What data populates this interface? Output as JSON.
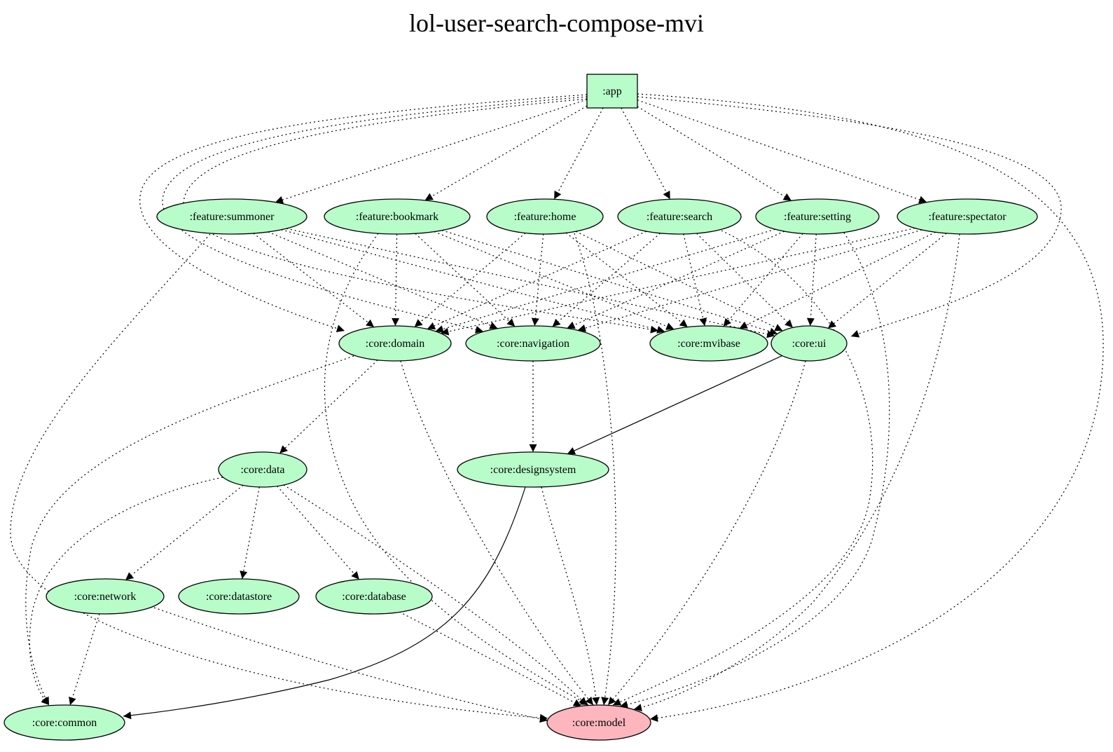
{
  "title": "lol-user-search-compose-mvi",
  "colors": {
    "node_fill": "#b8fdc9",
    "highlight_fill": "#fdb6bd",
    "stroke": "#000000"
  },
  "nodes": [
    {
      "id": "app",
      "label": ":app",
      "shape": "box"
    },
    {
      "id": "feature-summoner",
      "label": ":feature:summoner",
      "shape": "ellipse"
    },
    {
      "id": "feature-bookmark",
      "label": ":feature:bookmark",
      "shape": "ellipse"
    },
    {
      "id": "feature-home",
      "label": ":feature:home",
      "shape": "ellipse"
    },
    {
      "id": "feature-search",
      "label": ":feature:search",
      "shape": "ellipse"
    },
    {
      "id": "feature-setting",
      "label": ":feature:setting",
      "shape": "ellipse"
    },
    {
      "id": "feature-spectator",
      "label": ":feature:spectator",
      "shape": "ellipse"
    },
    {
      "id": "core-domain",
      "label": ":core:domain",
      "shape": "ellipse"
    },
    {
      "id": "core-navigation",
      "label": ":core:navigation",
      "shape": "ellipse"
    },
    {
      "id": "core-mvibase",
      "label": ":core:mvibase",
      "shape": "ellipse"
    },
    {
      "id": "core-ui",
      "label": ":core:ui",
      "shape": "ellipse"
    },
    {
      "id": "core-data",
      "label": ":core:data",
      "shape": "ellipse"
    },
    {
      "id": "core-designsystem",
      "label": ":core:designsystem",
      "shape": "ellipse"
    },
    {
      "id": "core-network",
      "label": ":core:network",
      "shape": "ellipse"
    },
    {
      "id": "core-datastore",
      "label": ":core:datastore",
      "shape": "ellipse"
    },
    {
      "id": "core-database",
      "label": ":core:database",
      "shape": "ellipse"
    },
    {
      "id": "core-common",
      "label": ":core:common",
      "shape": "ellipse"
    },
    {
      "id": "core-model",
      "label": ":core:model",
      "shape": "ellipse",
      "highlight": true
    }
  ],
  "edges": [
    {
      "from": "app",
      "to": "feature-summoner",
      "style": "dotted"
    },
    {
      "from": "app",
      "to": "feature-bookmark",
      "style": "dotted"
    },
    {
      "from": "app",
      "to": "feature-home",
      "style": "dotted"
    },
    {
      "from": "app",
      "to": "feature-search",
      "style": "dotted"
    },
    {
      "from": "app",
      "to": "feature-setting",
      "style": "dotted"
    },
    {
      "from": "app",
      "to": "feature-spectator",
      "style": "dotted"
    },
    {
      "from": "app",
      "to": "core-domain",
      "style": "dotted"
    },
    {
      "from": "app",
      "to": "core-navigation",
      "style": "dotted"
    },
    {
      "from": "app",
      "to": "core-mvibase",
      "style": "dotted"
    },
    {
      "from": "app",
      "to": "core-ui",
      "style": "dotted"
    },
    {
      "from": "app",
      "to": "core-model",
      "style": "dotted"
    },
    {
      "from": "feature-summoner",
      "to": "core-domain",
      "style": "dotted"
    },
    {
      "from": "feature-summoner",
      "to": "core-navigation",
      "style": "dotted"
    },
    {
      "from": "feature-summoner",
      "to": "core-mvibase",
      "style": "dotted"
    },
    {
      "from": "feature-summoner",
      "to": "core-ui",
      "style": "dotted"
    },
    {
      "from": "feature-summoner",
      "to": "core-model",
      "style": "dotted"
    },
    {
      "from": "feature-bookmark",
      "to": "core-domain",
      "style": "dotted"
    },
    {
      "from": "feature-bookmark",
      "to": "core-navigation",
      "style": "dotted"
    },
    {
      "from": "feature-bookmark",
      "to": "core-mvibase",
      "style": "dotted"
    },
    {
      "from": "feature-bookmark",
      "to": "core-ui",
      "style": "dotted"
    },
    {
      "from": "feature-bookmark",
      "to": "core-model",
      "style": "dotted"
    },
    {
      "from": "feature-home",
      "to": "core-domain",
      "style": "dotted"
    },
    {
      "from": "feature-home",
      "to": "core-navigation",
      "style": "dotted"
    },
    {
      "from": "feature-home",
      "to": "core-mvibase",
      "style": "dotted"
    },
    {
      "from": "feature-home",
      "to": "core-ui",
      "style": "dotted"
    },
    {
      "from": "feature-home",
      "to": "core-model",
      "style": "dotted"
    },
    {
      "from": "feature-search",
      "to": "core-domain",
      "style": "dotted"
    },
    {
      "from": "feature-search",
      "to": "core-navigation",
      "style": "dotted"
    },
    {
      "from": "feature-search",
      "to": "core-mvibase",
      "style": "dotted"
    },
    {
      "from": "feature-search",
      "to": "core-ui",
      "style": "dotted"
    },
    {
      "from": "feature-search",
      "to": "core-model",
      "style": "dotted"
    },
    {
      "from": "feature-setting",
      "to": "core-domain",
      "style": "dotted"
    },
    {
      "from": "feature-setting",
      "to": "core-navigation",
      "style": "dotted"
    },
    {
      "from": "feature-setting",
      "to": "core-mvibase",
      "style": "dotted"
    },
    {
      "from": "feature-setting",
      "to": "core-ui",
      "style": "dotted"
    },
    {
      "from": "feature-setting",
      "to": "core-model",
      "style": "dotted"
    },
    {
      "from": "feature-spectator",
      "to": "core-domain",
      "style": "dotted"
    },
    {
      "from": "feature-spectator",
      "to": "core-navigation",
      "style": "dotted"
    },
    {
      "from": "feature-spectator",
      "to": "core-mvibase",
      "style": "dotted"
    },
    {
      "from": "feature-spectator",
      "to": "core-ui",
      "style": "dotted"
    },
    {
      "from": "feature-spectator",
      "to": "core-model",
      "style": "dotted"
    },
    {
      "from": "core-domain",
      "to": "core-data",
      "style": "dotted"
    },
    {
      "from": "core-domain",
      "to": "core-common",
      "style": "dotted"
    },
    {
      "from": "core-domain",
      "to": "core-model",
      "style": "dotted"
    },
    {
      "from": "core-navigation",
      "to": "core-designsystem",
      "style": "dotted"
    },
    {
      "from": "core-ui",
      "to": "core-designsystem",
      "style": "solid"
    },
    {
      "from": "core-ui",
      "to": "core-model",
      "style": "dotted"
    },
    {
      "from": "core-data",
      "to": "core-network",
      "style": "dotted"
    },
    {
      "from": "core-data",
      "to": "core-datastore",
      "style": "dotted"
    },
    {
      "from": "core-data",
      "to": "core-database",
      "style": "dotted"
    },
    {
      "from": "core-data",
      "to": "core-common",
      "style": "dotted"
    },
    {
      "from": "core-data",
      "to": "core-model",
      "style": "dotted"
    },
    {
      "from": "core-designsystem",
      "to": "core-common",
      "style": "solid"
    },
    {
      "from": "core-designsystem",
      "to": "core-model",
      "style": "dotted"
    },
    {
      "from": "core-network",
      "to": "core-common",
      "style": "dotted"
    },
    {
      "from": "core-network",
      "to": "core-model",
      "style": "dotted"
    },
    {
      "from": "core-database",
      "to": "core-model",
      "style": "dotted"
    }
  ]
}
